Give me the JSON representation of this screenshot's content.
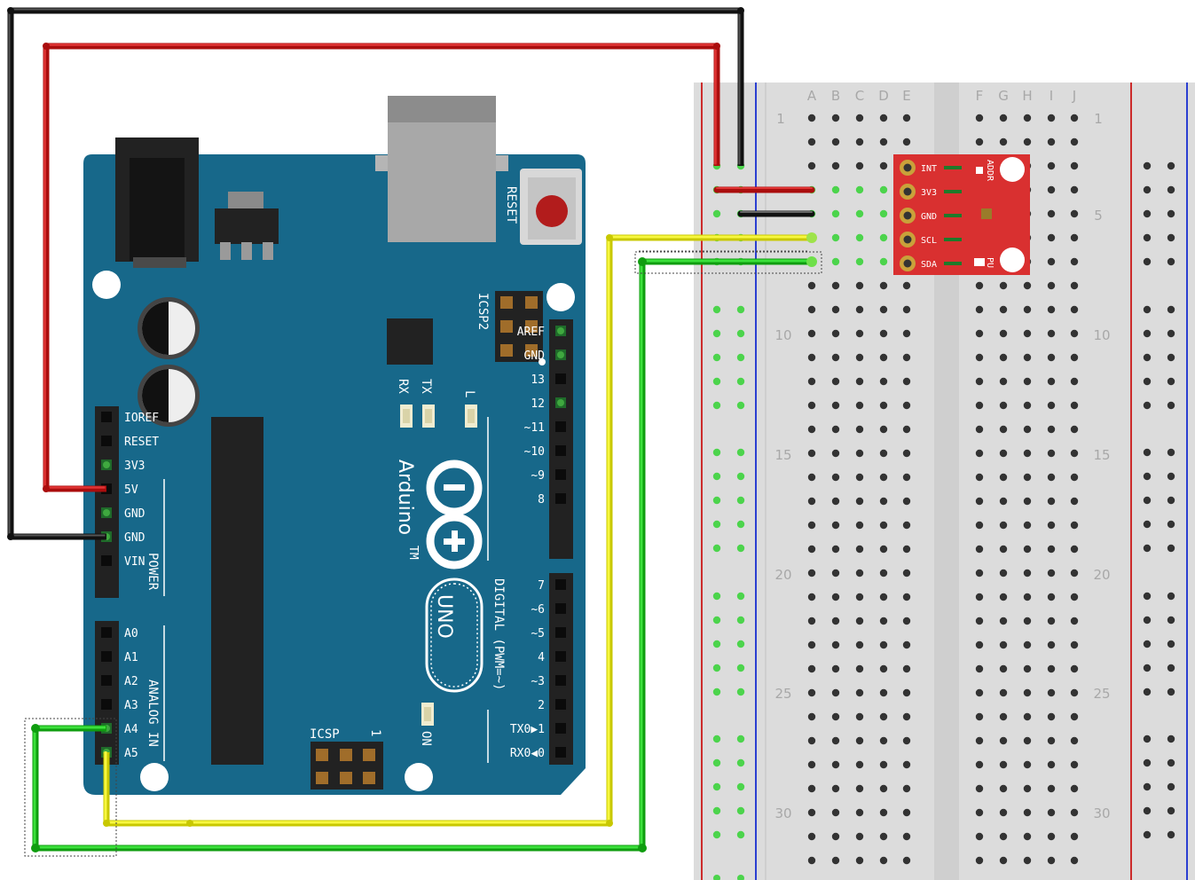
{
  "colors": {
    "board": "#17688a",
    "breadboard": "#dcdcdc",
    "rail_red": "#cc2b2b",
    "rail_blue": "#2b3fd1",
    "module": "#d93030",
    "wire_red": "#cc1111",
    "wire_black": "#111111",
    "wire_yellow": "#f2f21b",
    "wire_green": "#1ec21e"
  },
  "breadboard": {
    "columns_left": [
      "A",
      "B",
      "C",
      "D",
      "E"
    ],
    "columns_right": [
      "F",
      "G",
      "H",
      "I",
      "J"
    ],
    "row_numbers": [
      "1",
      "5",
      "10",
      "15",
      "20",
      "25",
      "30"
    ]
  },
  "arduino": {
    "reset_label": "RESET",
    "icsp2_label": "ICSP2",
    "icsp_label": "ICSP",
    "icsp_one": "1",
    "rx_label": "RX",
    "tx_label": "TX",
    "l_label": "L",
    "on_label": "ON",
    "brand": "Arduino",
    "tm": "TM",
    "model": "UNO",
    "digital_label": "DIGITAL (PWM=~)",
    "power_label": "POWER",
    "analog_label": "ANALOG IN",
    "power_pins": [
      "IOREF",
      "RESET",
      "3V3",
      "5V",
      "GND",
      "GND",
      "VIN"
    ],
    "analog_pins": [
      "A0",
      "A1",
      "A2",
      "A3",
      "A4",
      "A5"
    ],
    "digital_top": [
      "AREF",
      "GND",
      "13",
      "12",
      "~11",
      "~10",
      "~9",
      "8"
    ],
    "digital_bottom": [
      "7",
      "~6",
      "~5",
      "4",
      "~3",
      "2",
      "TX0▶1",
      "RX0◀0"
    ]
  },
  "module": {
    "pins": [
      "INT",
      "3V3",
      "GND",
      "SCL",
      "SDA"
    ],
    "addr_label": "ADDR",
    "pu_label": "PU"
  }
}
